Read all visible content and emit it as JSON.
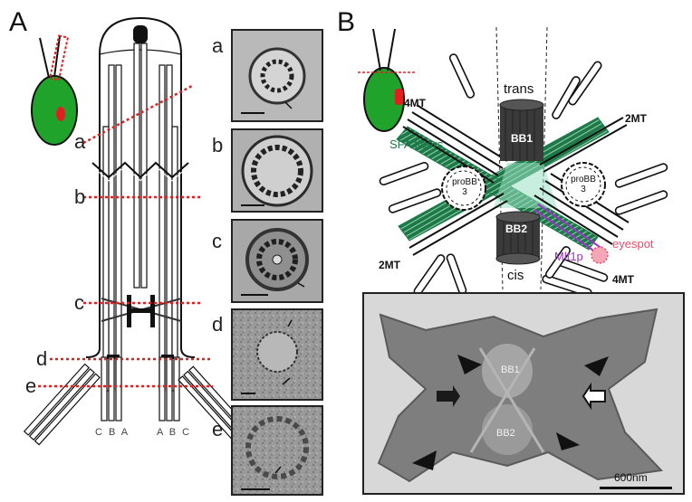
{
  "panels": {
    "A": "A",
    "B": "B"
  },
  "panel_a": {
    "section_labels": [
      "a",
      "b",
      "c",
      "d",
      "e"
    ],
    "triplet_left": "C B A",
    "triplet_right": "A B C",
    "em_labels": [
      "a",
      "b",
      "c",
      "d",
      "e"
    ]
  },
  "panel_b": {
    "trans": "trans",
    "cis": "cis",
    "bb1": "BB1",
    "bb2": "BB2",
    "probb": "proBB",
    "probb_num": "3",
    "sfa": "SFA fibers",
    "mlt1p": "Mlt1p",
    "eyespot": "eyespot",
    "mt4_top": "4MT",
    "mt2_top": "2MT",
    "mt2_bottom": "2MT",
    "mt4_bottom": "4MT",
    "em_bb1": "BB1",
    "em_bb2": "BB2",
    "scale": "600nm"
  },
  "colors": {
    "red_dash": "#e02020",
    "green_cell": "#1fa32a",
    "sfa_green": "#1d7a48",
    "mlt1p": "#9b33c9",
    "eyespot": "#f04a6a"
  }
}
